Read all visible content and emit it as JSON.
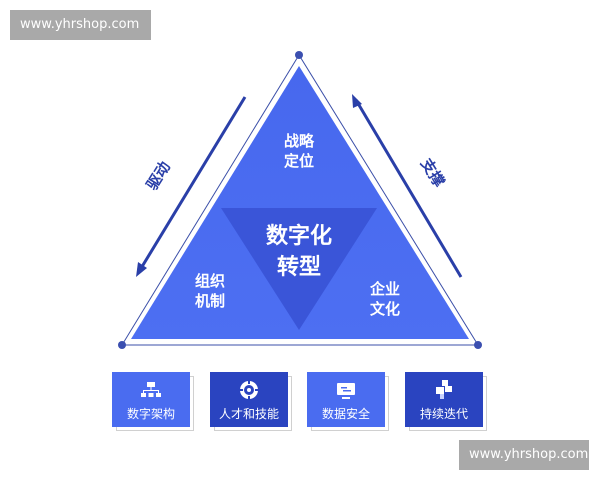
{
  "watermarks": {
    "top": "www.yhrshop.com",
    "bottom": "www.yhrshop.com"
  },
  "diagram": {
    "top_section": [
      "战略",
      "定位"
    ],
    "center": [
      "数字化",
      "转型"
    ],
    "left_section": [
      "组织",
      "机制"
    ],
    "right_section": [
      "企业",
      "文化"
    ],
    "left_arrow_label": "驱动",
    "right_arrow_label": "支撑"
  },
  "colors": {
    "triangle": "#4a6cf0",
    "inner_triangle": "#3a55d8",
    "arrow": "#2a3fa8",
    "box_light": "#4a6cf0",
    "box_dark": "#2a44c0"
  },
  "boxes": [
    {
      "label": "数字架构",
      "icon": "hierarchy-icon",
      "style": "light"
    },
    {
      "label": "人才和技能",
      "icon": "target-circle-icon",
      "style": "dark"
    },
    {
      "label": "数据安全",
      "icon": "monitor-icon",
      "style": "light"
    },
    {
      "label": "持续迭代",
      "icon": "puzzle-blocks-icon",
      "style": "dark"
    }
  ]
}
